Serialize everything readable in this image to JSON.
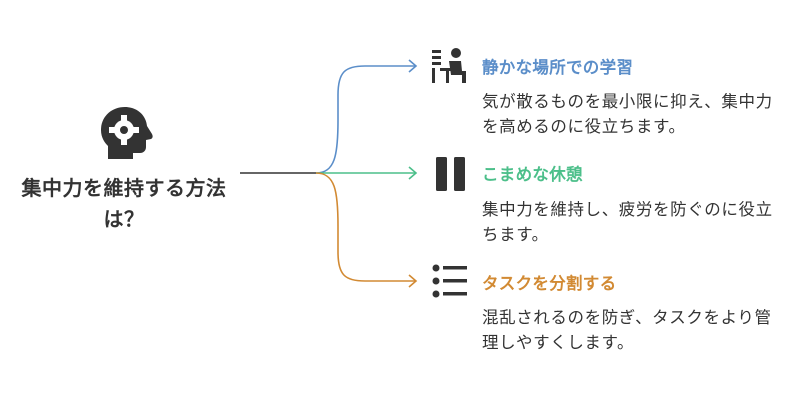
{
  "central_topic": {
    "label": "集中力を維持する方法は？",
    "icon": "head-gears-icon"
  },
  "branches": [
    {
      "title": "静かな場所での学習",
      "description": "気が散るものを最小限に抑え、集中力を高めるのに役立ちます。",
      "color": "#5b8ec9",
      "icon": "person-at-desk-icon"
    },
    {
      "title": "こまめな休憩",
      "description": "集中力を維持し、疲労を防ぐのに役立ちます。",
      "color": "#4cbf8a",
      "icon": "pause-icon"
    },
    {
      "title": "タスクを分割する",
      "description": "混乱されるのを防ぎ、タスクをより管理しやすくします。",
      "color": "#d28a33",
      "icon": "list-icon"
    }
  ]
}
